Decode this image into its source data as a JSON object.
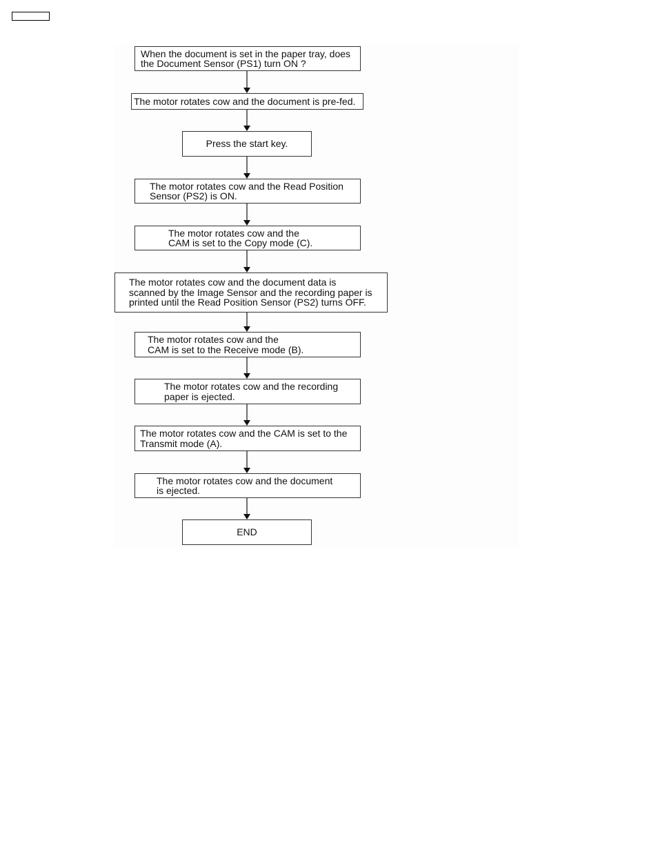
{
  "flowchart": {
    "steps": [
      {
        "text": "When the document is set in the paper tray, does\nthe Document Sensor (PS1) turn ON ?"
      },
      {
        "text": "The motor rotates cow and the document is pre-fed."
      },
      {
        "text": "Press the start key."
      },
      {
        "text": "The motor rotates cow and the Read Position\nSensor (PS2) is ON."
      },
      {
        "text": "The motor rotates cow and the\nCAM is set to the Copy mode (C)."
      },
      {
        "text": "The motor rotates cow and the document data is\nscanned by the Image Sensor and the recording paper is\nprinted until the Read Position Sensor (PS2) turns OFF."
      },
      {
        "text": "The motor rotates cow and the\nCAM is set to the Receive mode (B)."
      },
      {
        "text": "The motor rotates cow and the recording\npaper is ejected."
      },
      {
        "text": "The motor rotates cow and the CAM is set to the\nTransmit mode (A)."
      },
      {
        "text": "The motor rotates cow and the document\nis ejected."
      },
      {
        "text": "END"
      }
    ]
  }
}
